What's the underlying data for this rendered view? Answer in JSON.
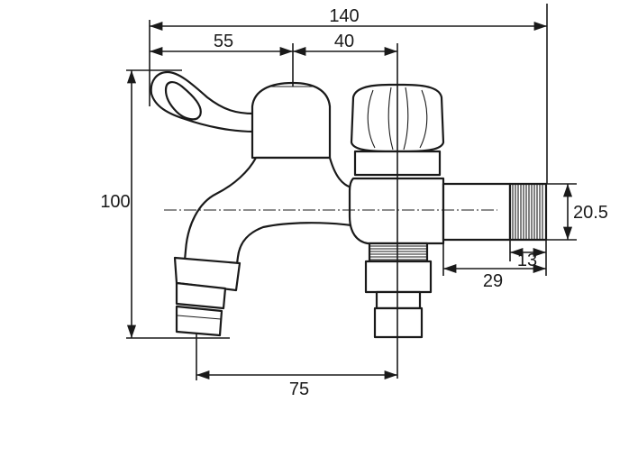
{
  "dimensions": {
    "overall_width": "140",
    "handle_offset": "55",
    "spout_to_valve": "40",
    "height": "100",
    "outlet_spacing": "75",
    "thread_diameter": "20.5",
    "thread_length": "13",
    "inlet_length": "29"
  },
  "colors": {
    "stroke": "#1a1a1a",
    "background": "#ffffff"
  }
}
